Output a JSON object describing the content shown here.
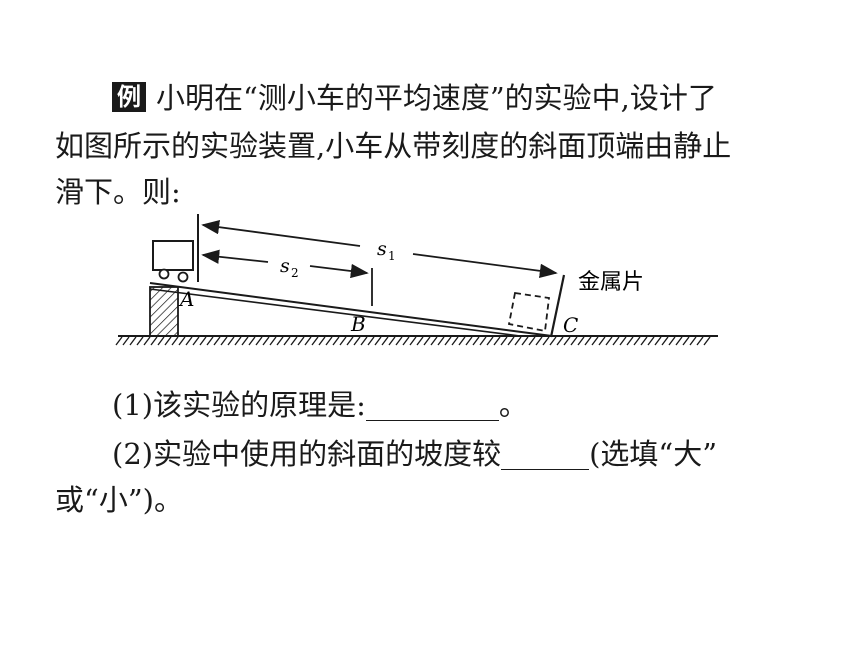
{
  "question": {
    "badge": "例",
    "line1": "小明在“测小车的平均速度”的实验中,设计了",
    "line2": "如图所示的实验装置,小车从带刻度的斜面顶端由静止",
    "line3": "滑下。则:"
  },
  "figure": {
    "label_s1": "s",
    "label_s1_sub": "1",
    "label_s2": "s",
    "label_s2_sub": "2",
    "label_a": "A",
    "label_b": "B",
    "label_c": "C",
    "label_metal": "金属片"
  },
  "q1": {
    "prefix": "(1)该实验的原理是:",
    "suffix": "。"
  },
  "q2": {
    "prefix": "(2)实验中使用的斜面的坡度较",
    "suffix": "(选填“大”",
    "line2": "或“小”)。"
  }
}
